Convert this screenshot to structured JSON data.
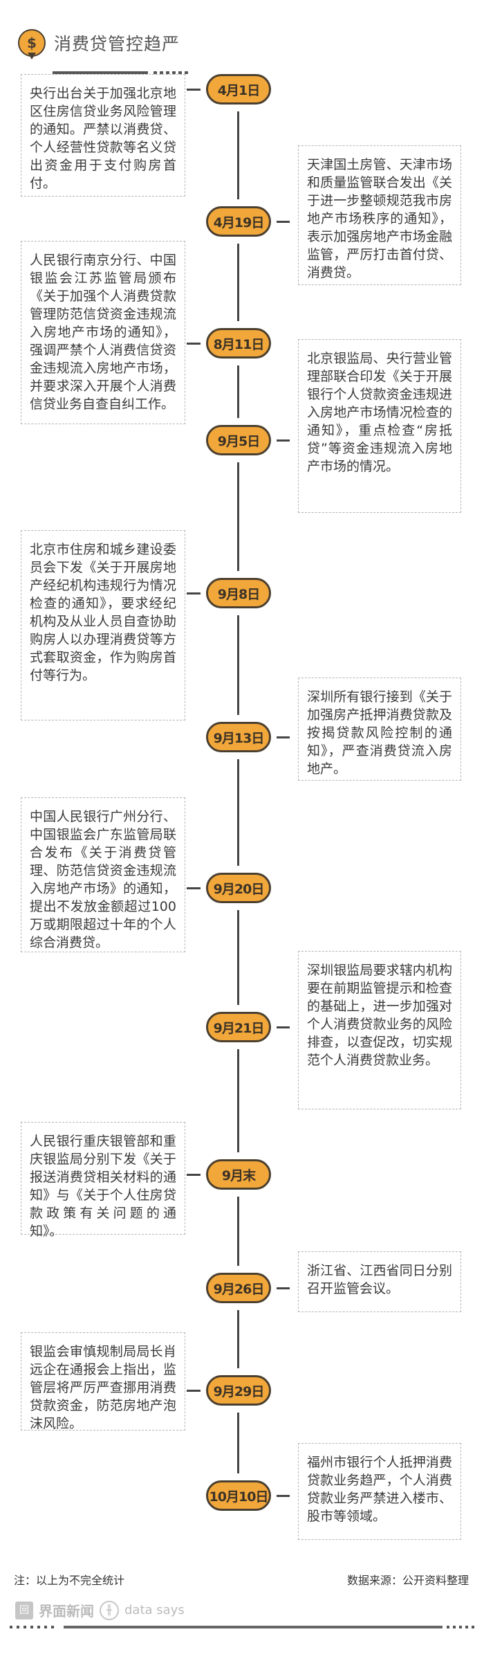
{
  "header": {
    "title": "消费贷管控趋严",
    "icon_symbol": "$"
  },
  "events": [
    {
      "date": "4月1日",
      "side": "left",
      "text": "央行出台关于加强北京地区住房信贷业务风险管理的通知。严禁以消费贷、个人经营性贷款等名义贷出资金用于支付购房首付。"
    },
    {
      "date": "4月19日",
      "side": "right",
      "text": "天津国土房管、天津市场和质量监管联合发出《关于进一步整顿规范我市房地产市场秩序的通知》，表示加强房地产市场金融监管，严厉打击首付贷、消费贷。"
    },
    {
      "date": "8月11日",
      "side": "left",
      "text": "人民银行南京分行、中国银监会江苏监管局颁布《关于加强个人消费贷款管理防范信贷资金违规流入房地产市场的通知》，强调严禁个人消费信贷资金违规流入房地产市场，并要求深入开展个人消费信贷业务自查自纠工作。"
    },
    {
      "date": "9月5日",
      "side": "right",
      "text": "北京银监局、央行营业管理部联合印发《关于开展银行个人贷款资金违规进入房地产市场情况检查的通知》，重点检查“房抵贷”等资金违规流入房地产市场的情况。"
    },
    {
      "date": "9月8日",
      "side": "left",
      "text": "北京市住房和城乡建设委员会下发《关于开展房地产经纪机构违规行为情况检查的通知》，要求经纪机构及从业人员自查协助购房人以办理消费贷等方式套取资金，作为购房首付等行为。"
    },
    {
      "date": "9月13日",
      "side": "right",
      "text": "深圳所有银行接到《关于加强房产抵押消费贷款及按揭贷款风险控制的通知》，严查消费贷流入房地产。"
    },
    {
      "date": "9月20日",
      "side": "left",
      "text": "中国人民银行广州分行、中国银监会广东监管局联合发布《关于消费贷管理、防范信贷资金违规流入房地产市场》的通知，提出不发放金额超过100万或期限超过十年的个人综合消费贷。"
    },
    {
      "date": "9月21日",
      "side": "right",
      "text": "深圳银监局要求辖内机构要在前期监管提示和检查的基础上，进一步加强对个人消费贷款业务的风险排查，以查促改，切实规范个人消费贷款业务。"
    },
    {
      "date": "9月末",
      "side": "left",
      "text": "人民银行重庆银管部和重庆银监局分别下发《关于报送消费贷相关材料的通知》与《关于个人住房贷款政策有关问题的通知》。"
    },
    {
      "date": "9月26日",
      "side": "right",
      "text": "浙江省、江西省同日分别召开监管会议。"
    },
    {
      "date": "9月29日",
      "side": "left",
      "text": "银监会审慎规制局局长肖远企在通报会上指出，监管层将严厉严查挪用消费贷款资金，防范房地产泡沫风险。"
    },
    {
      "date": "10月10日",
      "side": "right",
      "text": "福州市银行个人抵押消费贷款业务趋严，个人消费贷款业务严禁进入楼市、股市等领域。"
    }
  ],
  "footer": {
    "note": "注：以上为不完全统计",
    "source": "数据来源：公开资料整理",
    "logo_cn": "界面新闻",
    "logo_en": "data says"
  },
  "colors": {
    "accent": "#f2a73b",
    "outline": "#4a3f2f",
    "line": "#444444"
  }
}
